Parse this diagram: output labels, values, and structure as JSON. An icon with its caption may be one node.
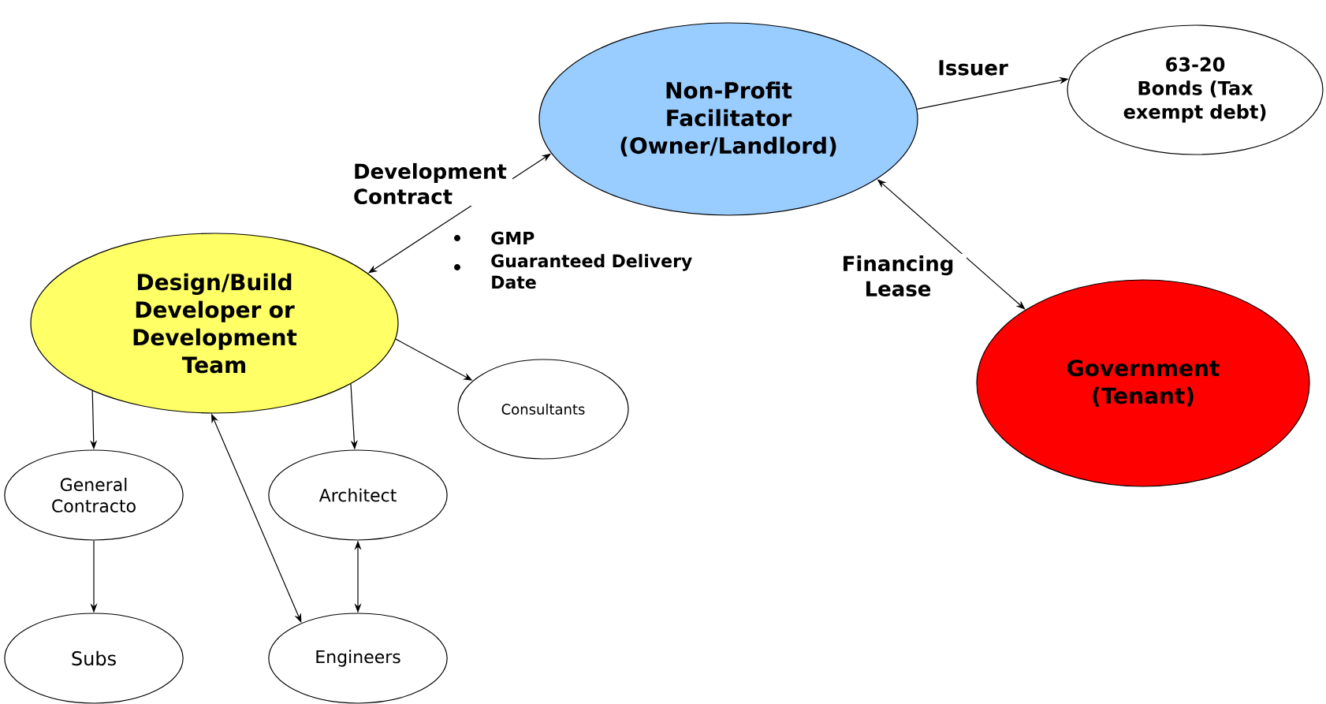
{
  "diagram": {
    "nodes": [
      {
        "text": [
          "Non-Profit Facilitator (Owner/Landlord)"
        ]
      },
      {
        "text": [
          "63-20 Bonds (Tax exempt debt)"
        ]
      },
      {
        "text": [
          "Design/Build Developer or Development Team"
        ]
      },
      {
        "text": [
          "Consultants"
        ]
      },
      {
        "text": [
          "Government (Tenant)"
        ]
      },
      {
        "text": [
          "General Contracto"
        ]
      },
      {
        "text": [
          "Architect"
        ]
      },
      {
        "text": [
          "Subs"
        ]
      },
      {
        "text": [
          "Engineers"
        ]
      }
    ],
    "edges": [
      {
        "from": 0,
        "to": 1,
        "arrow": "to",
        "label": "Issuer"
      },
      {
        "from": 2,
        "to": 0,
        "arrow": "both",
        "label": "Development Contract"
      },
      {
        "from": 0,
        "to": 4,
        "arrow": "both",
        "label": "Financing Lease"
      },
      {
        "from": 2,
        "to": 3,
        "arrow": "to"
      },
      {
        "from": 2,
        "to": 5,
        "arrow": "to"
      },
      {
        "from": 2,
        "to": 6,
        "arrow": "to"
      },
      {
        "from": 5,
        "to": 7,
        "arrow": "to"
      },
      {
        "from": 6,
        "to": 8,
        "arrow": "both"
      },
      {
        "from": 2,
        "to": 8,
        "arrow": "both"
      }
    ],
    "labels": [
      "GMP",
      "Guaranteed Delivery Date"
    ]
  }
}
